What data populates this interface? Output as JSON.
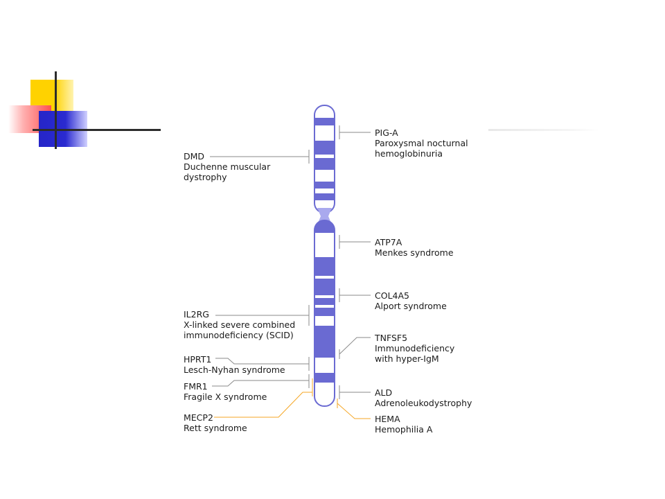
{
  "colors": {
    "band_dark": "#6a6ad2",
    "band_light": "#ffffff",
    "outline": "#6a6ad2",
    "centromere": "#a9a9ee",
    "leader_gray": "#8a8a8a",
    "leader_orange": "#f5a623",
    "deco_yellow": "#ffd200",
    "deco_red": "#ff5050",
    "deco_blue": "#2a2ad0"
  },
  "genes": {
    "pig_a": {
      "symbol": "PIG-A",
      "disease_line1": "Paroxysmal nocturnal",
      "disease_line2": "hemoglobinuria"
    },
    "dmd": {
      "symbol": "DMD",
      "disease_line1": "Duchenne muscular",
      "disease_line2": "dystrophy"
    },
    "atp7a": {
      "symbol": "ATP7A",
      "disease": "Menkes syndrome"
    },
    "col4a5": {
      "symbol": "COL4A5",
      "disease": "Alport syndrome"
    },
    "il2rg": {
      "symbol": "IL2RG",
      "disease_line1": "X-linked severe combined",
      "disease_line2": "immunodeficiency (SCID)"
    },
    "tnfsf5": {
      "symbol": "TNFSF5",
      "disease_line1": "Immunodeficiency",
      "disease_line2": "with hyper-IgM"
    },
    "hprt1": {
      "symbol": "HPRT1",
      "disease": "Lesch-Nyhan syndrome"
    },
    "fmr1": {
      "symbol": "FMR1",
      "disease": "Fragile X syndrome"
    },
    "ald": {
      "symbol": "ALD",
      "disease": "Adrenoleukodystrophy"
    },
    "mecp2": {
      "symbol": "MECP2",
      "disease": "Rett syndrome"
    },
    "hema": {
      "symbol": "HEMA",
      "disease": "Hemophilia A"
    }
  }
}
